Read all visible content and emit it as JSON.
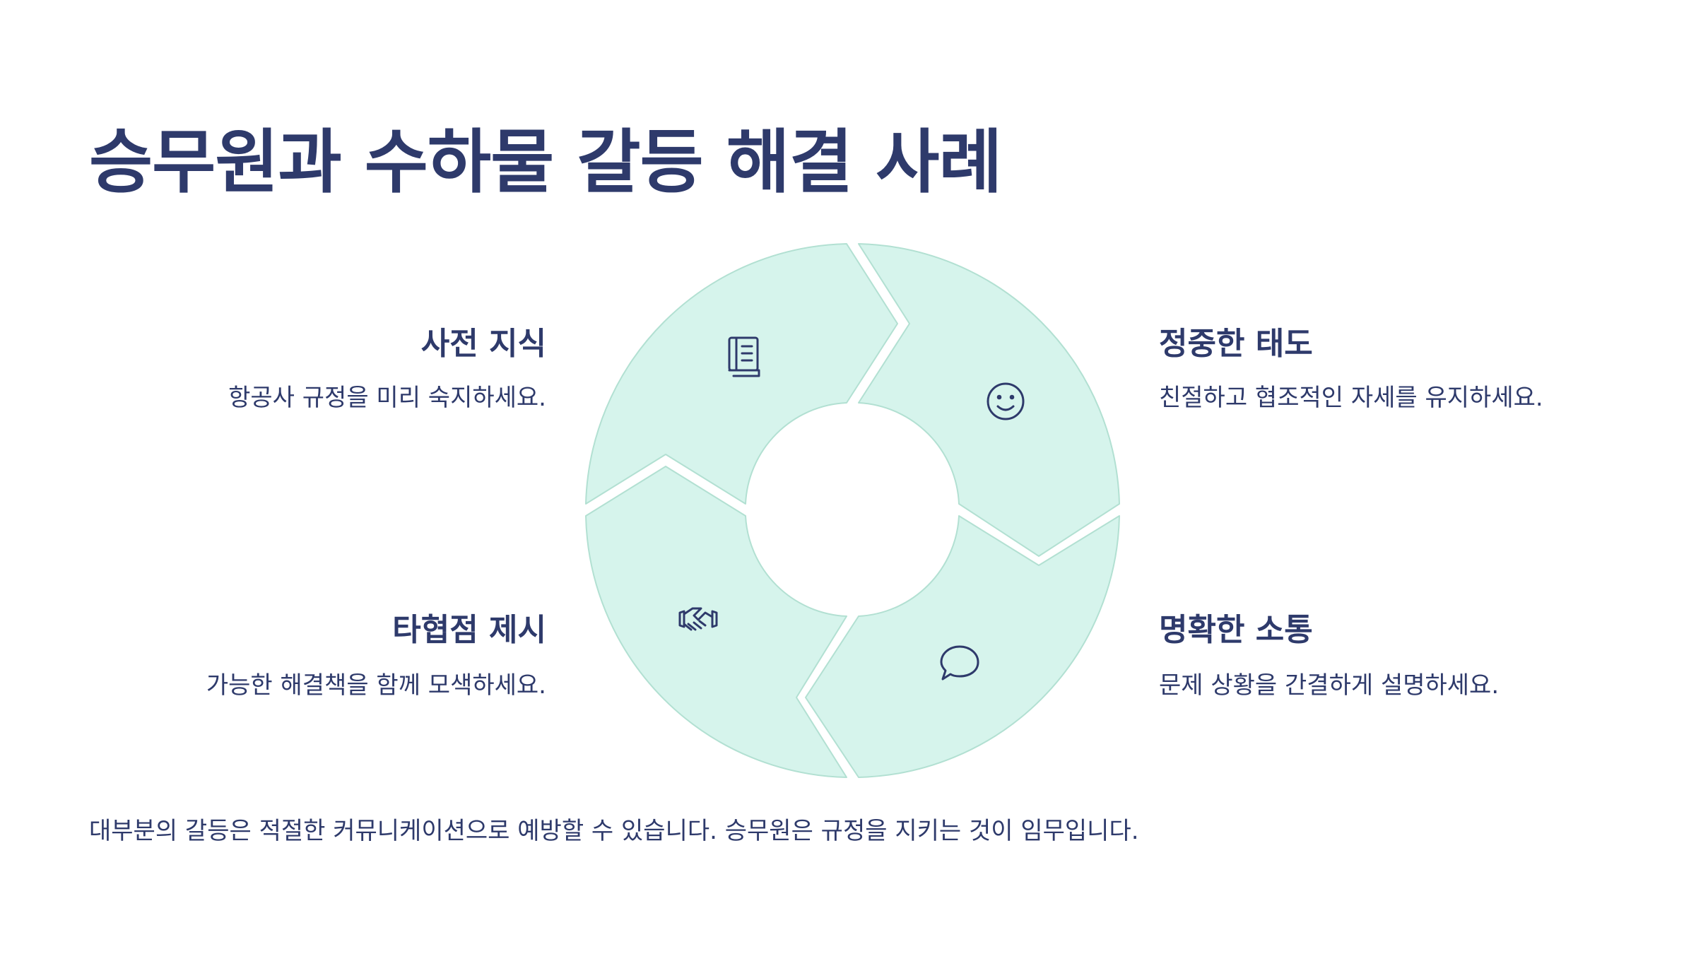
{
  "title": "승무원과 수하물 갈등 해결 사례",
  "items": [
    {
      "title": "사전 지식",
      "desc": "항공사 규정을 미리 숙지하세요.",
      "icon": "book-icon"
    },
    {
      "title": "정중한 태도",
      "desc": "친절하고 협조적인 자세를 유지하세요.",
      "icon": "smile-icon"
    },
    {
      "title": "타협점 제시",
      "desc": "가능한 해결책을 함께 모색하세요.",
      "icon": "handshake-icon"
    },
    {
      "title": "명확한 소통",
      "desc": "문제 상황을 간결하게 설명하세요.",
      "icon": "speech-bubble-icon"
    }
  ],
  "footer": "대부분의 갈등은 적절한 커뮤니케이션으로 예방할 수 있습니다. 승무원은 규정을 지키는 것이 임무입니다.",
  "colors": {
    "accent_fill": "#d6f4ec",
    "accent_stroke": "#b2e0d2",
    "text": "#2e3a6b"
  }
}
